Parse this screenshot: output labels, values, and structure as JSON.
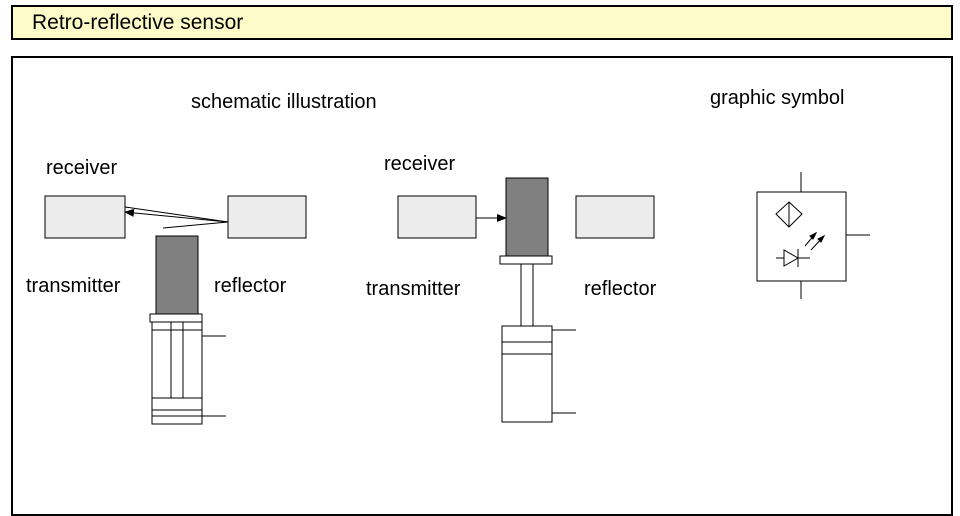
{
  "title": "Retro-reflective sensor",
  "headings": {
    "schematic": "schematic illustration",
    "symbol": "graphic symbol"
  },
  "left_diagram": {
    "receiver": "receiver",
    "transmitter": "transmitter",
    "reflector": "reflector"
  },
  "right_diagram": {
    "receiver": "receiver",
    "transmitter": "transmitter",
    "reflector": "reflector"
  },
  "colors": {
    "title_background": "#fdfcc8",
    "box_fill": "#ececec",
    "transmitter_fill": "#808080"
  },
  "icons": [
    "proximity-sensor-symbol",
    "light-emitting-diode-symbol"
  ]
}
